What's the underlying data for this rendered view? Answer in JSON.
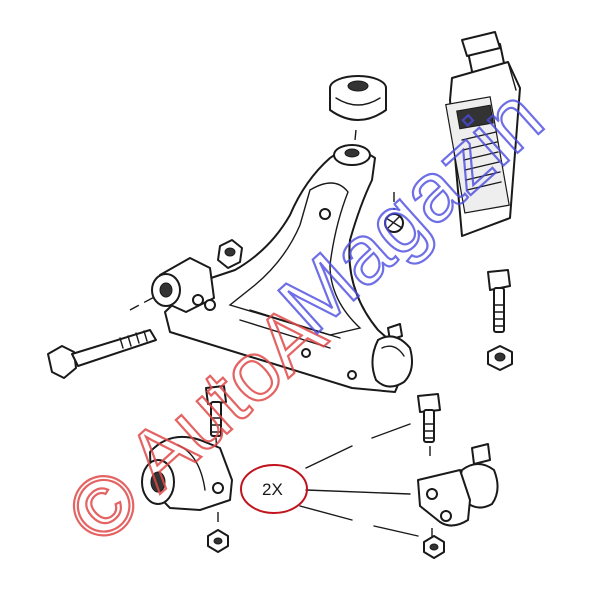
{
  "callout": {
    "quantity_label": "2X"
  },
  "watermark": {
    "text_red": "© AutoA",
    "text_blue": "Magazin"
  },
  "colors": {
    "line": "#1a1a1a",
    "watermark_red": "#e04848",
    "watermark_blue": "#4a4ae0",
    "callout_ring": "#c0141e"
  },
  "icons": [
    "control-arm-icon",
    "bushing-icon",
    "ball-joint-icon",
    "bolt-icon",
    "nut-icon",
    "fluid-bottle-icon"
  ]
}
